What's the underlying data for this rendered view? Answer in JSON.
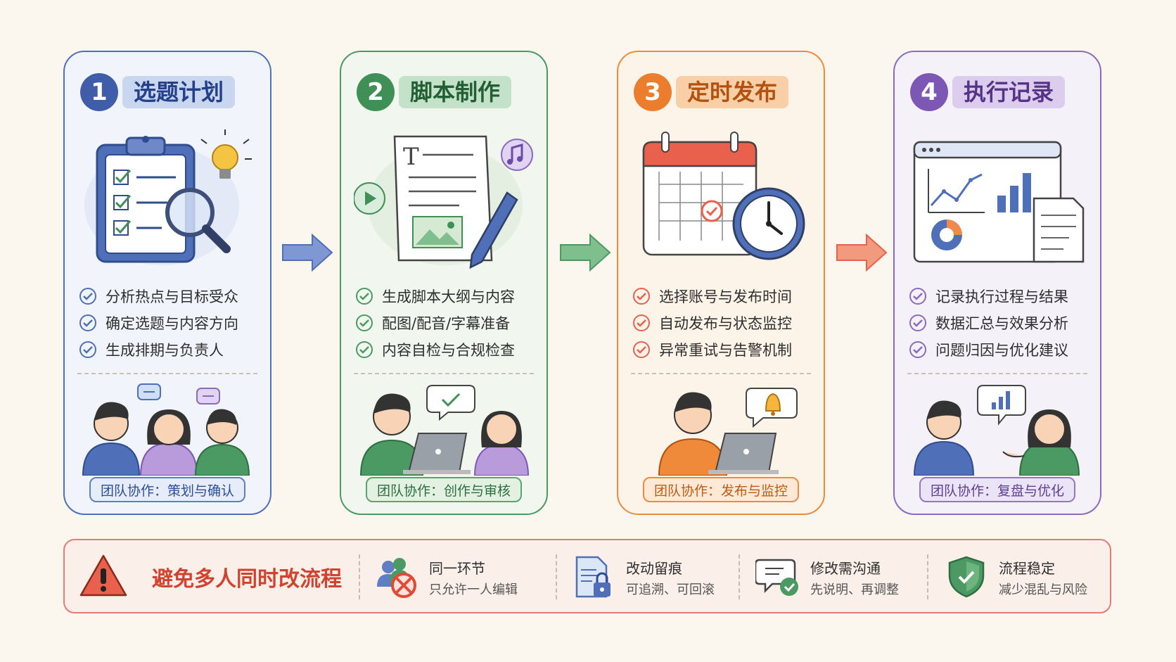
{
  "steps": [
    {
      "number": "1",
      "title": "选题计划",
      "items": [
        "分析热点与目标受众",
        "确定选题与内容方向",
        "生成排期与负责人"
      ],
      "badge": "团队协作：策划与确认",
      "color": "#4f6fb8"
    },
    {
      "number": "2",
      "title": "脚本制作",
      "items": [
        "生成脚本大纲与内容",
        "配图/配音/字幕准备",
        "内容自检与合规检查"
      ],
      "badge": "团队协作：创作与审核",
      "color": "#4b9a63"
    },
    {
      "number": "3",
      "title": "定时发布",
      "items": [
        "选择账号与发布时间",
        "自动发布与状态监控",
        "异常重试与告警机制"
      ],
      "badge": "团队协作：发布与监控",
      "color": "#ef8a3a"
    },
    {
      "number": "4",
      "title": "执行记录",
      "items": [
        "记录执行过程与结果",
        "数据汇总与效果分析",
        "问题归因与优化建议"
      ],
      "badge": "团队协作：复盘与优化",
      "color": "#8a6bbf"
    }
  ],
  "banner": {
    "title": "避免多人同时改流程",
    "features": [
      {
        "title": "同一环节",
        "desc": "只允许一人编辑",
        "icon": "no-edit-team-icon"
      },
      {
        "title": "改动留痕",
        "desc": "可追溯、可回滚",
        "icon": "locked-document-icon"
      },
      {
        "title": "修改需沟通",
        "desc": "先说明、再调整",
        "icon": "chat-check-icon"
      },
      {
        "title": "流程稳定",
        "desc": "减少混乱与风险",
        "icon": "shield-check-icon"
      }
    ]
  }
}
